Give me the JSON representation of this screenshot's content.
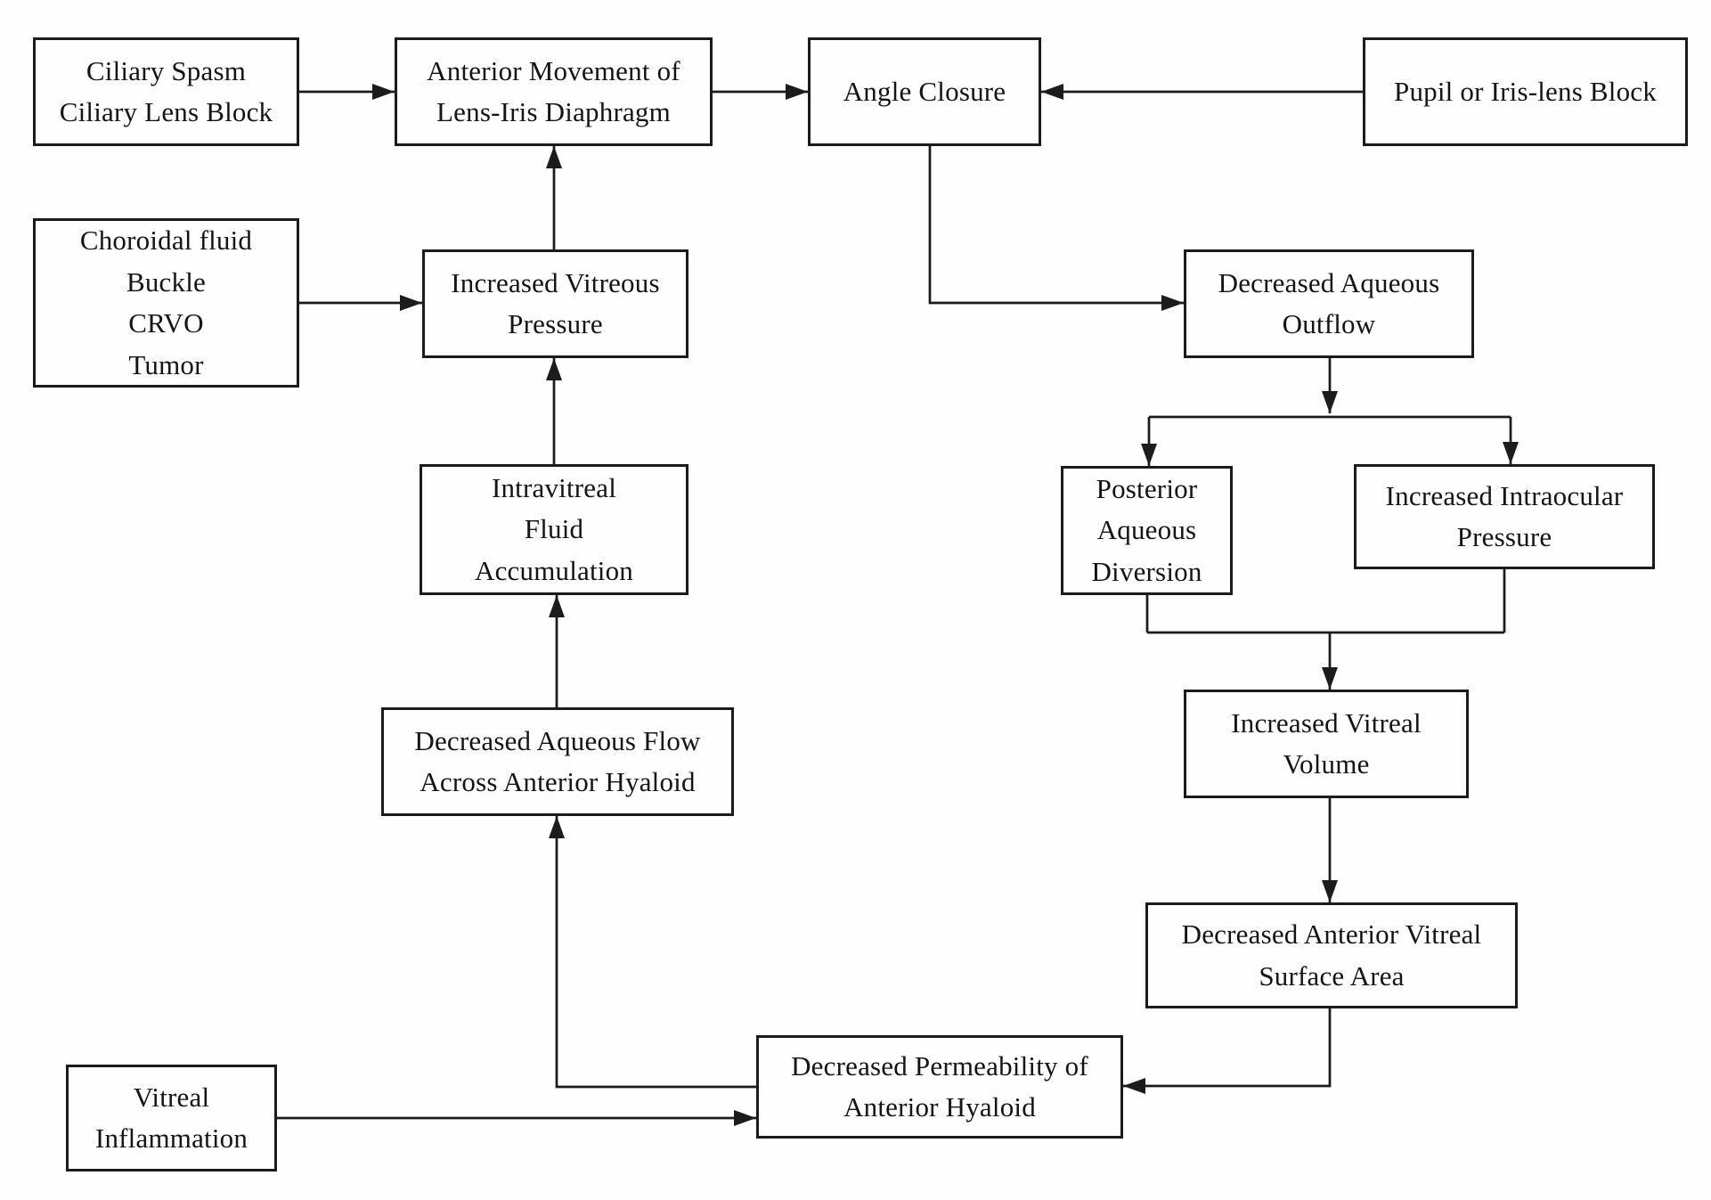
{
  "diagram": {
    "type": "flowchart",
    "background_color": "#fefefe",
    "ink_color": "#1c1c1c",
    "nodes": {
      "ciliary_spasm": {
        "label": "Ciliary Spasm\nCiliary Lens Block"
      },
      "anterior_movement": {
        "label": "Anterior Movement of\nLens-Iris Diaphragm"
      },
      "angle_closure": {
        "label": "Angle Closure"
      },
      "pupil_block": {
        "label": "Pupil or Iris-lens Block"
      },
      "choroidal": {
        "label": "Choroidal fluid\nBuckle\nCRVO\nTumor"
      },
      "increased_vitreous_pressure": {
        "label": "Increased Vitreous\nPressure"
      },
      "decreased_aqueous_outflow": {
        "label": "Decreased Aqueous\nOutflow"
      },
      "intravitreal_fluid_accumulation": {
        "label": "Intravitreal\nFluid\nAccumulation"
      },
      "posterior_aqueous_diversion": {
        "label": "Posterior\nAqueous\nDiversion"
      },
      "increased_intraocular_pressure": {
        "label": "Increased Intraocular\nPressure"
      },
      "decreased_aqueous_flow": {
        "label": "Decreased Aqueous Flow\nAcross Anterior Hyaloid"
      },
      "increased_vitreal_volume": {
        "label": "Increased Vitreal\nVolume"
      },
      "decreased_anterior_vitreal": {
        "label": "Decreased Anterior Vitreal\nSurface Area"
      },
      "decreased_permeability": {
        "label": "Decreased Permeability of\nAnterior Hyaloid"
      },
      "vitreal_inflammation": {
        "label": "Vitreal\nInflammation"
      }
    },
    "edges": [
      {
        "from": "ciliary_spasm",
        "to": "anterior_movement"
      },
      {
        "from": "anterior_movement",
        "to": "angle_closure"
      },
      {
        "from": "pupil_block",
        "to": "angle_closure"
      },
      {
        "from": "angle_closure",
        "to": "decreased_aqueous_outflow"
      },
      {
        "from": "choroidal",
        "to": "increased_vitreous_pressure"
      },
      {
        "from": "increased_vitreous_pressure",
        "to": "anterior_movement"
      },
      {
        "from": "intravitreal_fluid_accumulation",
        "to": "increased_vitreous_pressure"
      },
      {
        "from": "decreased_aqueous_flow",
        "to": "intravitreal_fluid_accumulation"
      },
      {
        "from": "decreased_aqueous_outflow",
        "to": "posterior_aqueous_diversion"
      },
      {
        "from": "decreased_aqueous_outflow",
        "to": "increased_intraocular_pressure"
      },
      {
        "from": "posterior_aqueous_diversion",
        "to": "increased_vitreal_volume"
      },
      {
        "from": "increased_intraocular_pressure",
        "to": "increased_vitreal_volume"
      },
      {
        "from": "increased_vitreal_volume",
        "to": "decreased_anterior_vitreal"
      },
      {
        "from": "decreased_anterior_vitreal",
        "to": "decreased_permeability"
      },
      {
        "from": "decreased_permeability",
        "to": "decreased_aqueous_flow"
      },
      {
        "from": "vitreal_inflammation",
        "to": "decreased_permeability"
      }
    ]
  }
}
